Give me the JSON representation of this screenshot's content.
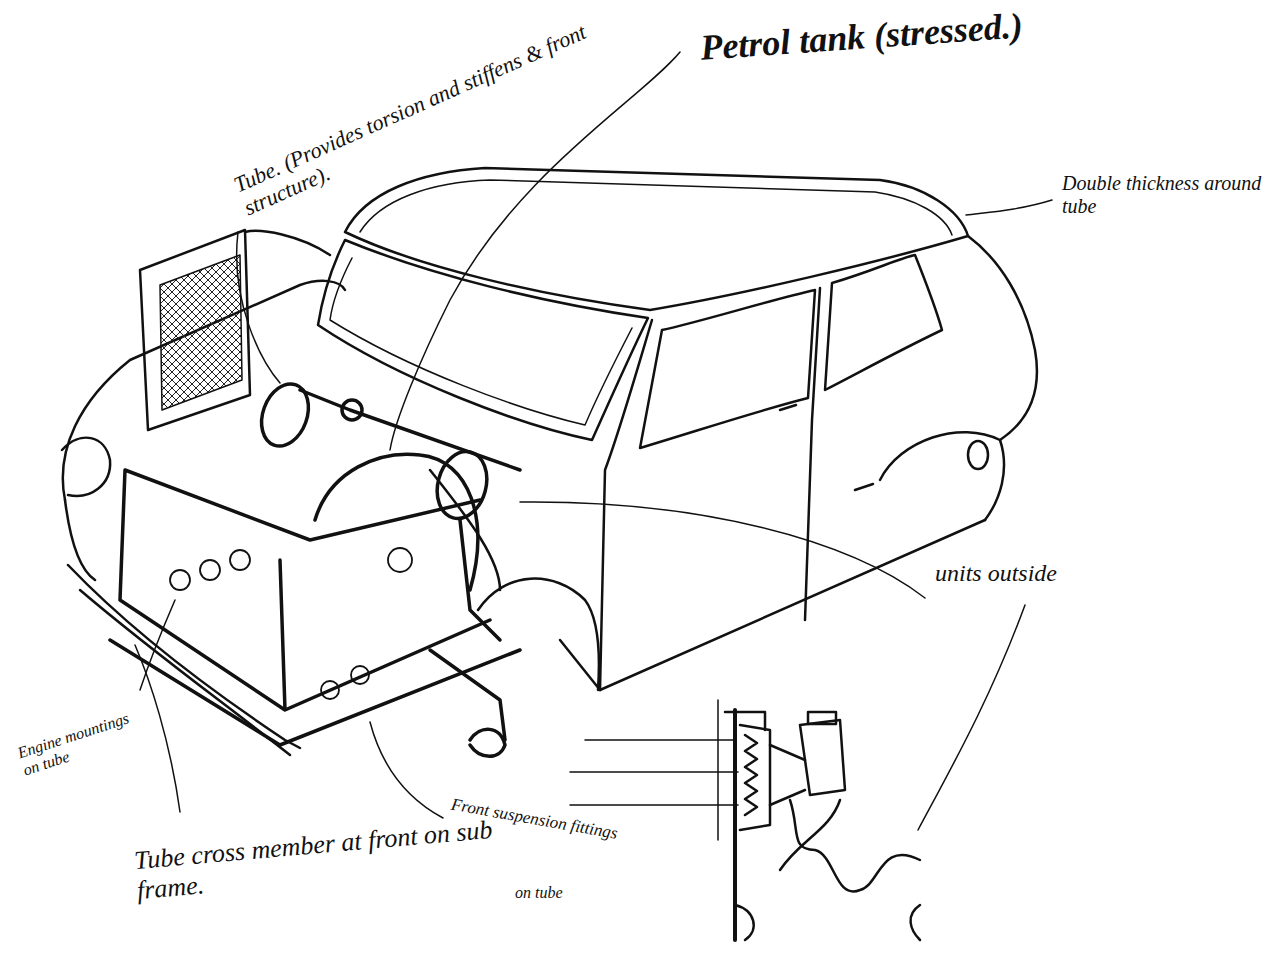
{
  "diagram": {
    "labels": [
      "Tube. (Provides torsion and stiffens & front structure).",
      "Petrol tank (stressed.)",
      "Double thickness around tube",
      "units outside",
      "Engine mountings on tube",
      "Tube cross member at front on sub frame.",
      "on tube",
      "Front suspension fittings"
    ]
  }
}
